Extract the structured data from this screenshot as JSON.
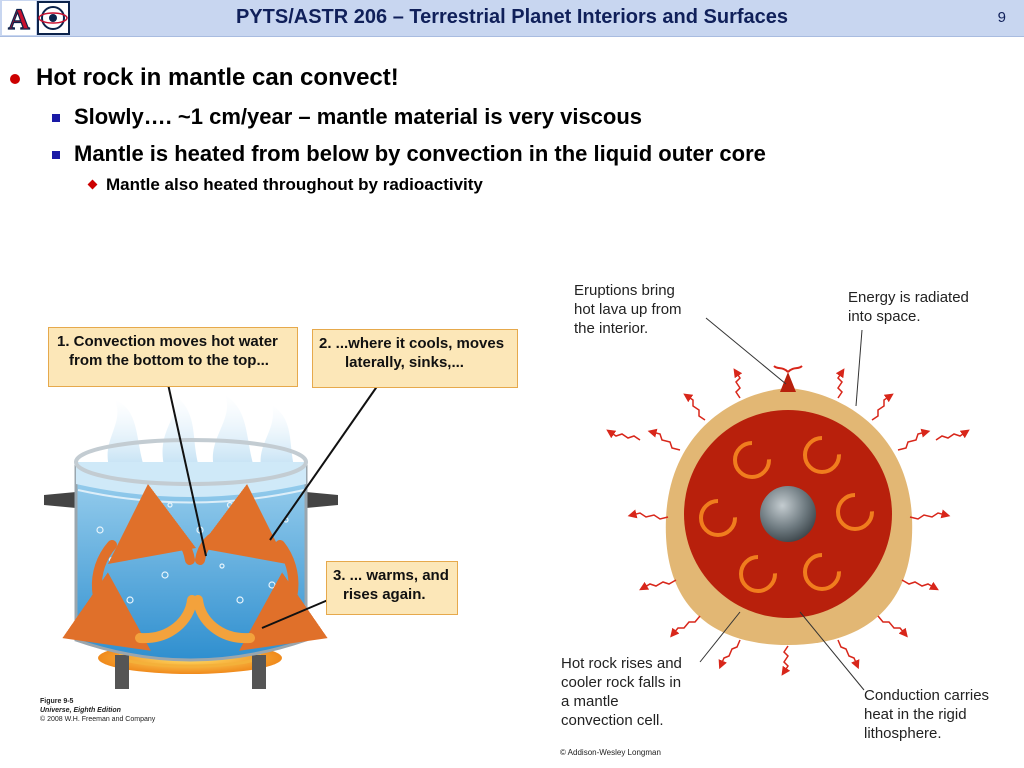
{
  "header": {
    "title": "PYTS/ASTR 206 – Terrestrial Planet Interiors and Surfaces",
    "page_number": "9",
    "logo_letter": "A"
  },
  "bullets": {
    "level1": "Hot rock in mantle can convect!",
    "level2_a": "Slowly…. ~1 cm/year – mantle material is very viscous",
    "level2_b": "Mantle is heated from below by convection in the liquid outer core",
    "level3": "Mantle also heated throughout by radioactivity"
  },
  "pot_figure": {
    "callout_1": [
      "1. Convection moves hot water",
      "from the bottom to the top..."
    ],
    "callout_2": [
      "2. ...where it cools, moves",
      "laterally, sinks,..."
    ],
    "callout_3": [
      "3. ... warms, and",
      "rises again."
    ],
    "caption": [
      "Figure 9-5",
      "Universe, Eighth Edition",
      "© 2008 W.H. Freeman and Company"
    ]
  },
  "planet_figure": {
    "label_eruptions": [
      "Eruptions bring",
      "hot lava up from",
      "the interior."
    ],
    "label_energy": [
      "Energy is radiated",
      "into space."
    ],
    "label_convection": [
      "Hot rock rises and",
      "cooler rock falls in",
      "a mantle",
      "convection cell."
    ],
    "label_conduction": [
      "Conduction carries",
      "heat in the rigid",
      "lithosphere."
    ],
    "credit": "© Addison-Wesley Longman"
  },
  "colors": {
    "header_bg": "#c8d6f0",
    "title_text": "#10205a",
    "bullet_red": "#cc0000",
    "bullet_blue": "#1a1aa6",
    "mantle_red": "#b8200c",
    "lithosphere_tan": "#e2b774",
    "callout_bg": "#fce7b8"
  }
}
